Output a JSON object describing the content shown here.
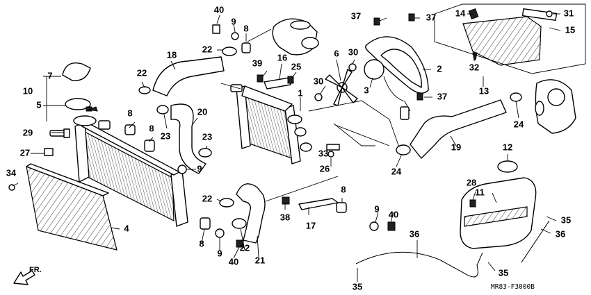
{
  "drawing_code": "MR83-F3000B",
  "direction_label": "FR.",
  "callouts": [
    "1",
    "2",
    "3",
    "4",
    "5",
    "6",
    "7",
    "8",
    "9",
    "10",
    "11",
    "12",
    "13",
    "14",
    "15",
    "16",
    "17",
    "18",
    "19",
    "20",
    "21",
    "22",
    "23",
    "24",
    "25",
    "26",
    "27",
    "28",
    "29",
    "30",
    "31",
    "32",
    "33",
    "34",
    "35",
    "36",
    "37",
    "38",
    "39",
    "40"
  ]
}
